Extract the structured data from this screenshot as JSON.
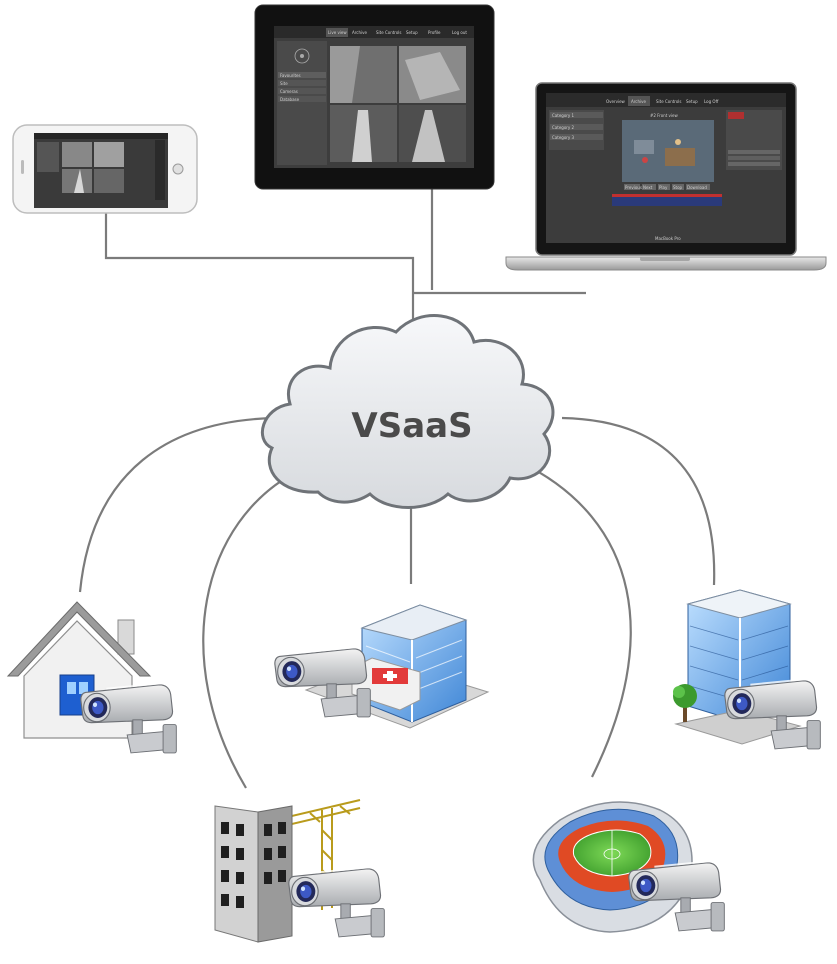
{
  "cloud": {
    "label": "VSaaS"
  },
  "tablet": {
    "tabs": [
      "Live view",
      "Archive",
      "Site Controls",
      "Setup",
      "Profile",
      "Log out"
    ],
    "sidebar": [
      "Favourites",
      "Site",
      "Cameras",
      "Database"
    ]
  },
  "laptop": {
    "tabs": [
      "Overview",
      "Archive",
      "Site Controls",
      "Setup",
      "Log Off"
    ],
    "categories": [
      "Category 1",
      "Category 2",
      "Category 3"
    ],
    "video_title": "#2 Front view",
    "controls": [
      "Previous",
      "Next",
      "Play",
      "Stop",
      "Download"
    ],
    "brand": "MacBook Pro"
  },
  "sites": [
    "home",
    "hospital",
    "office-building",
    "construction-site",
    "stadium"
  ],
  "colors": {
    "line": "#7b7b7b",
    "cloud_fill": "#e6e8ec",
    "cloud_stroke": "#6f7378",
    "device_bezel": "#111111",
    "screen_bg": "#3b3b3b"
  }
}
